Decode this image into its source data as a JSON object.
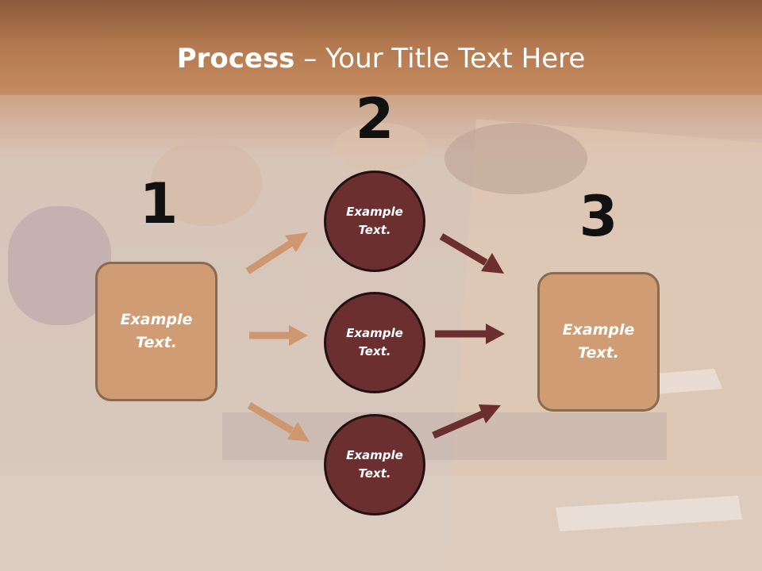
{
  "title": {
    "bold": "Process",
    "rest": " – Your Title Text Here"
  },
  "steps": {
    "one": "1",
    "two": "2",
    "three": "3"
  },
  "left_box": {
    "line1": "Example",
    "line2": "Text."
  },
  "right_box": {
    "line1": "Example",
    "line2": "Text."
  },
  "circles": [
    {
      "line1": "Example",
      "line2": "Text."
    },
    {
      "line1": "Example",
      "line2": "Text."
    },
    {
      "line1": "Example",
      "line2": "Text."
    }
  ],
  "colors": {
    "box": "#d09c74",
    "circle": "#6b2f2f",
    "arrow_light": "#cf9770",
    "arrow_dark": "#6b2f2f"
  }
}
